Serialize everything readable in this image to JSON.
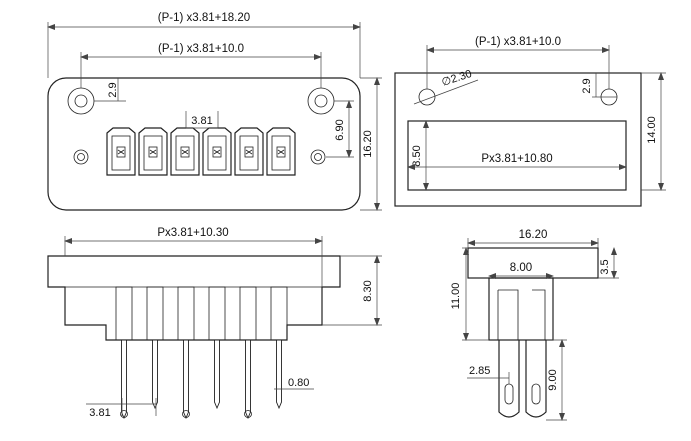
{
  "front_view": {
    "dim_overall_width": "(P-1) x3.81+18.20",
    "dim_mount_hole_spacing": "(P-1) x3.81+10.0",
    "dim_hole_offset": "2.9",
    "dim_pitch": "3.81",
    "dim_hole_to_center": "6.90",
    "dim_height": "16.20"
  },
  "cutout_view": {
    "dim_hole_spacing": "(P-1) x3.81+10.0",
    "dim_hole_diameter": "∅2.30",
    "dim_hole_offset": "2.9",
    "dim_window_height": "8.50",
    "dim_window_width": "Px3.81+10.80",
    "dim_height": "14.00"
  },
  "bottom_view": {
    "dim_body_width": "Px3.81+10.30",
    "dim_body_height": "8.30",
    "dim_pin_width": "0.80",
    "dim_pin_pitch": "3.81"
  },
  "side_view": {
    "dim_width": "16.20",
    "dim_inner": "8.00",
    "dim_flange": "3.5",
    "dim_height": "11.00",
    "dim_pin_length": "9.00",
    "dim_pin_offset": "2.85"
  }
}
